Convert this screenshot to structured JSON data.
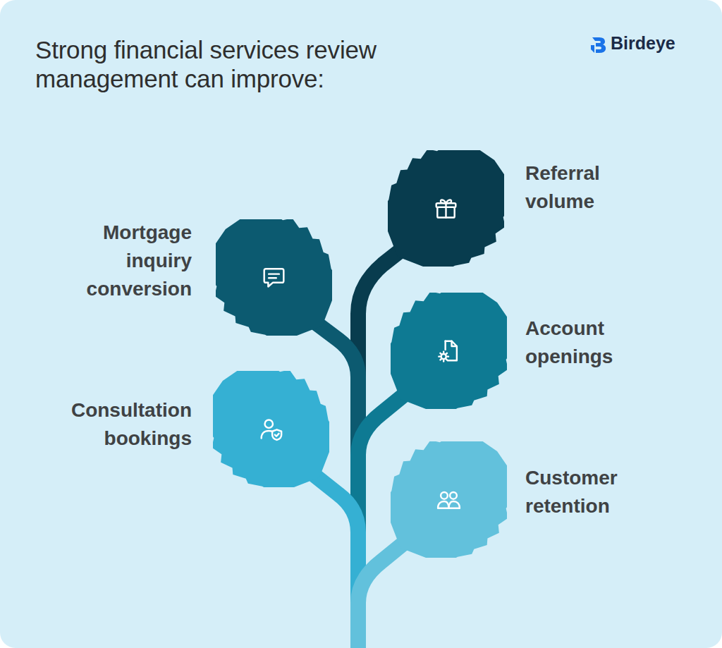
{
  "diagram": {
    "title": "Strong financial services review management can improve:",
    "nodes": [
      {
        "text": [
          "Referral volume"
        ]
      },
      {
        "text": [
          "Mortgage inquiry conversion"
        ]
      },
      {
        "text": [
          "Account openings"
        ]
      },
      {
        "text": [
          "Consultation bookings"
        ]
      },
      {
        "text": [
          "Customer retention"
        ]
      }
    ],
    "labels": [
      "Birdeye"
    ]
  }
}
